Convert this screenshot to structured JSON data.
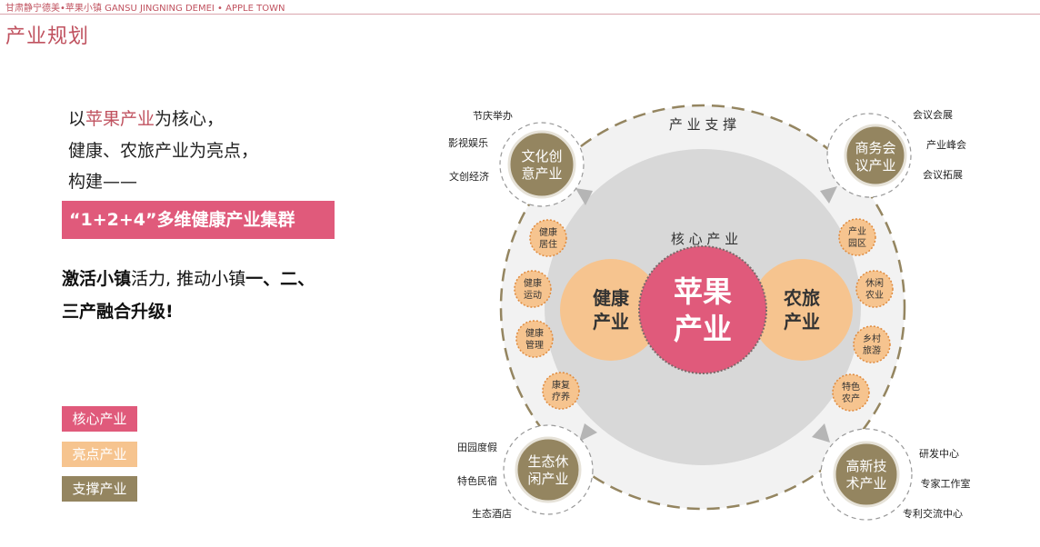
{
  "header": {
    "caption": "甘肃静宁德美•苹果小镇 GANSU JINGNING DEMEI  •  APPLE TOWN"
  },
  "page_title": "产业规划",
  "intro": {
    "line1_prefix": "以",
    "line1_highlight": "苹果产业",
    "line1_suffix": "为核心，",
    "line2": "健康、农旅产业为亮点，",
    "line3": "构建——"
  },
  "banner": "“1+2+4”多维健康产业集群",
  "activation": {
    "b1": "激活小镇",
    "t1": "活力, 推动小镇",
    "b2": "一、二、",
    "line2": "三产融合升级!"
  },
  "legend": [
    {
      "label": "核心产业",
      "color": "#e05a7b"
    },
    {
      "label": "亮点产业",
      "color": "#f6c48f"
    },
    {
      "label": "支撑产业",
      "color": "#948560"
    }
  ],
  "diagram": {
    "outer_label": "产 业 支 撑",
    "inner_label": "核 心 产 业",
    "core": {
      "line1": "苹果",
      "line2": "产业",
      "color": "#e05a7b"
    },
    "highlights": [
      {
        "line1": "健康",
        "line2": "产业",
        "color": "#f6c48f"
      },
      {
        "line1": "农旅",
        "line2": "产业",
        "color": "#f6c48f"
      }
    ],
    "health_items": [
      {
        "line1": "健康",
        "line2": "居住"
      },
      {
        "line1": "健康",
        "line2": "运动"
      },
      {
        "line1": "健康",
        "line2": "管理"
      },
      {
        "line1": "康复",
        "line2": "疗养"
      }
    ],
    "tourism_items": [
      {
        "line1": "产业",
        "line2": "园区"
      },
      {
        "line1": "休闲",
        "line2": "农业"
      },
      {
        "line1": "乡村",
        "line2": "旅游"
      },
      {
        "line1": "特色",
        "line2": "农产"
      }
    ],
    "support": [
      {
        "line1": "文化创",
        "line2": "意产业",
        "items": [
          "节庆举办",
          "影视娱乐",
          "文创经济"
        ]
      },
      {
        "line1": "商务会",
        "line2": "议产业",
        "items": [
          "会议会展",
          "产业峰会",
          "会议拓展"
        ]
      },
      {
        "line1": "生态休",
        "line2": "闲产业",
        "items": [
          "田园度假",
          "特色民宿",
          "生态酒店"
        ]
      },
      {
        "line1": "高新技",
        "line2": "术产业",
        "items": [
          "研发中心",
          "专家工作室",
          "专利交流中心"
        ]
      }
    ],
    "colors": {
      "support_fill": "#948560",
      "outer_ring": "#f2f2f2",
      "inner_disk": "#d8d8d8",
      "small_circle": "#f6c48f",
      "arrow": "#b5b5b5"
    }
  }
}
